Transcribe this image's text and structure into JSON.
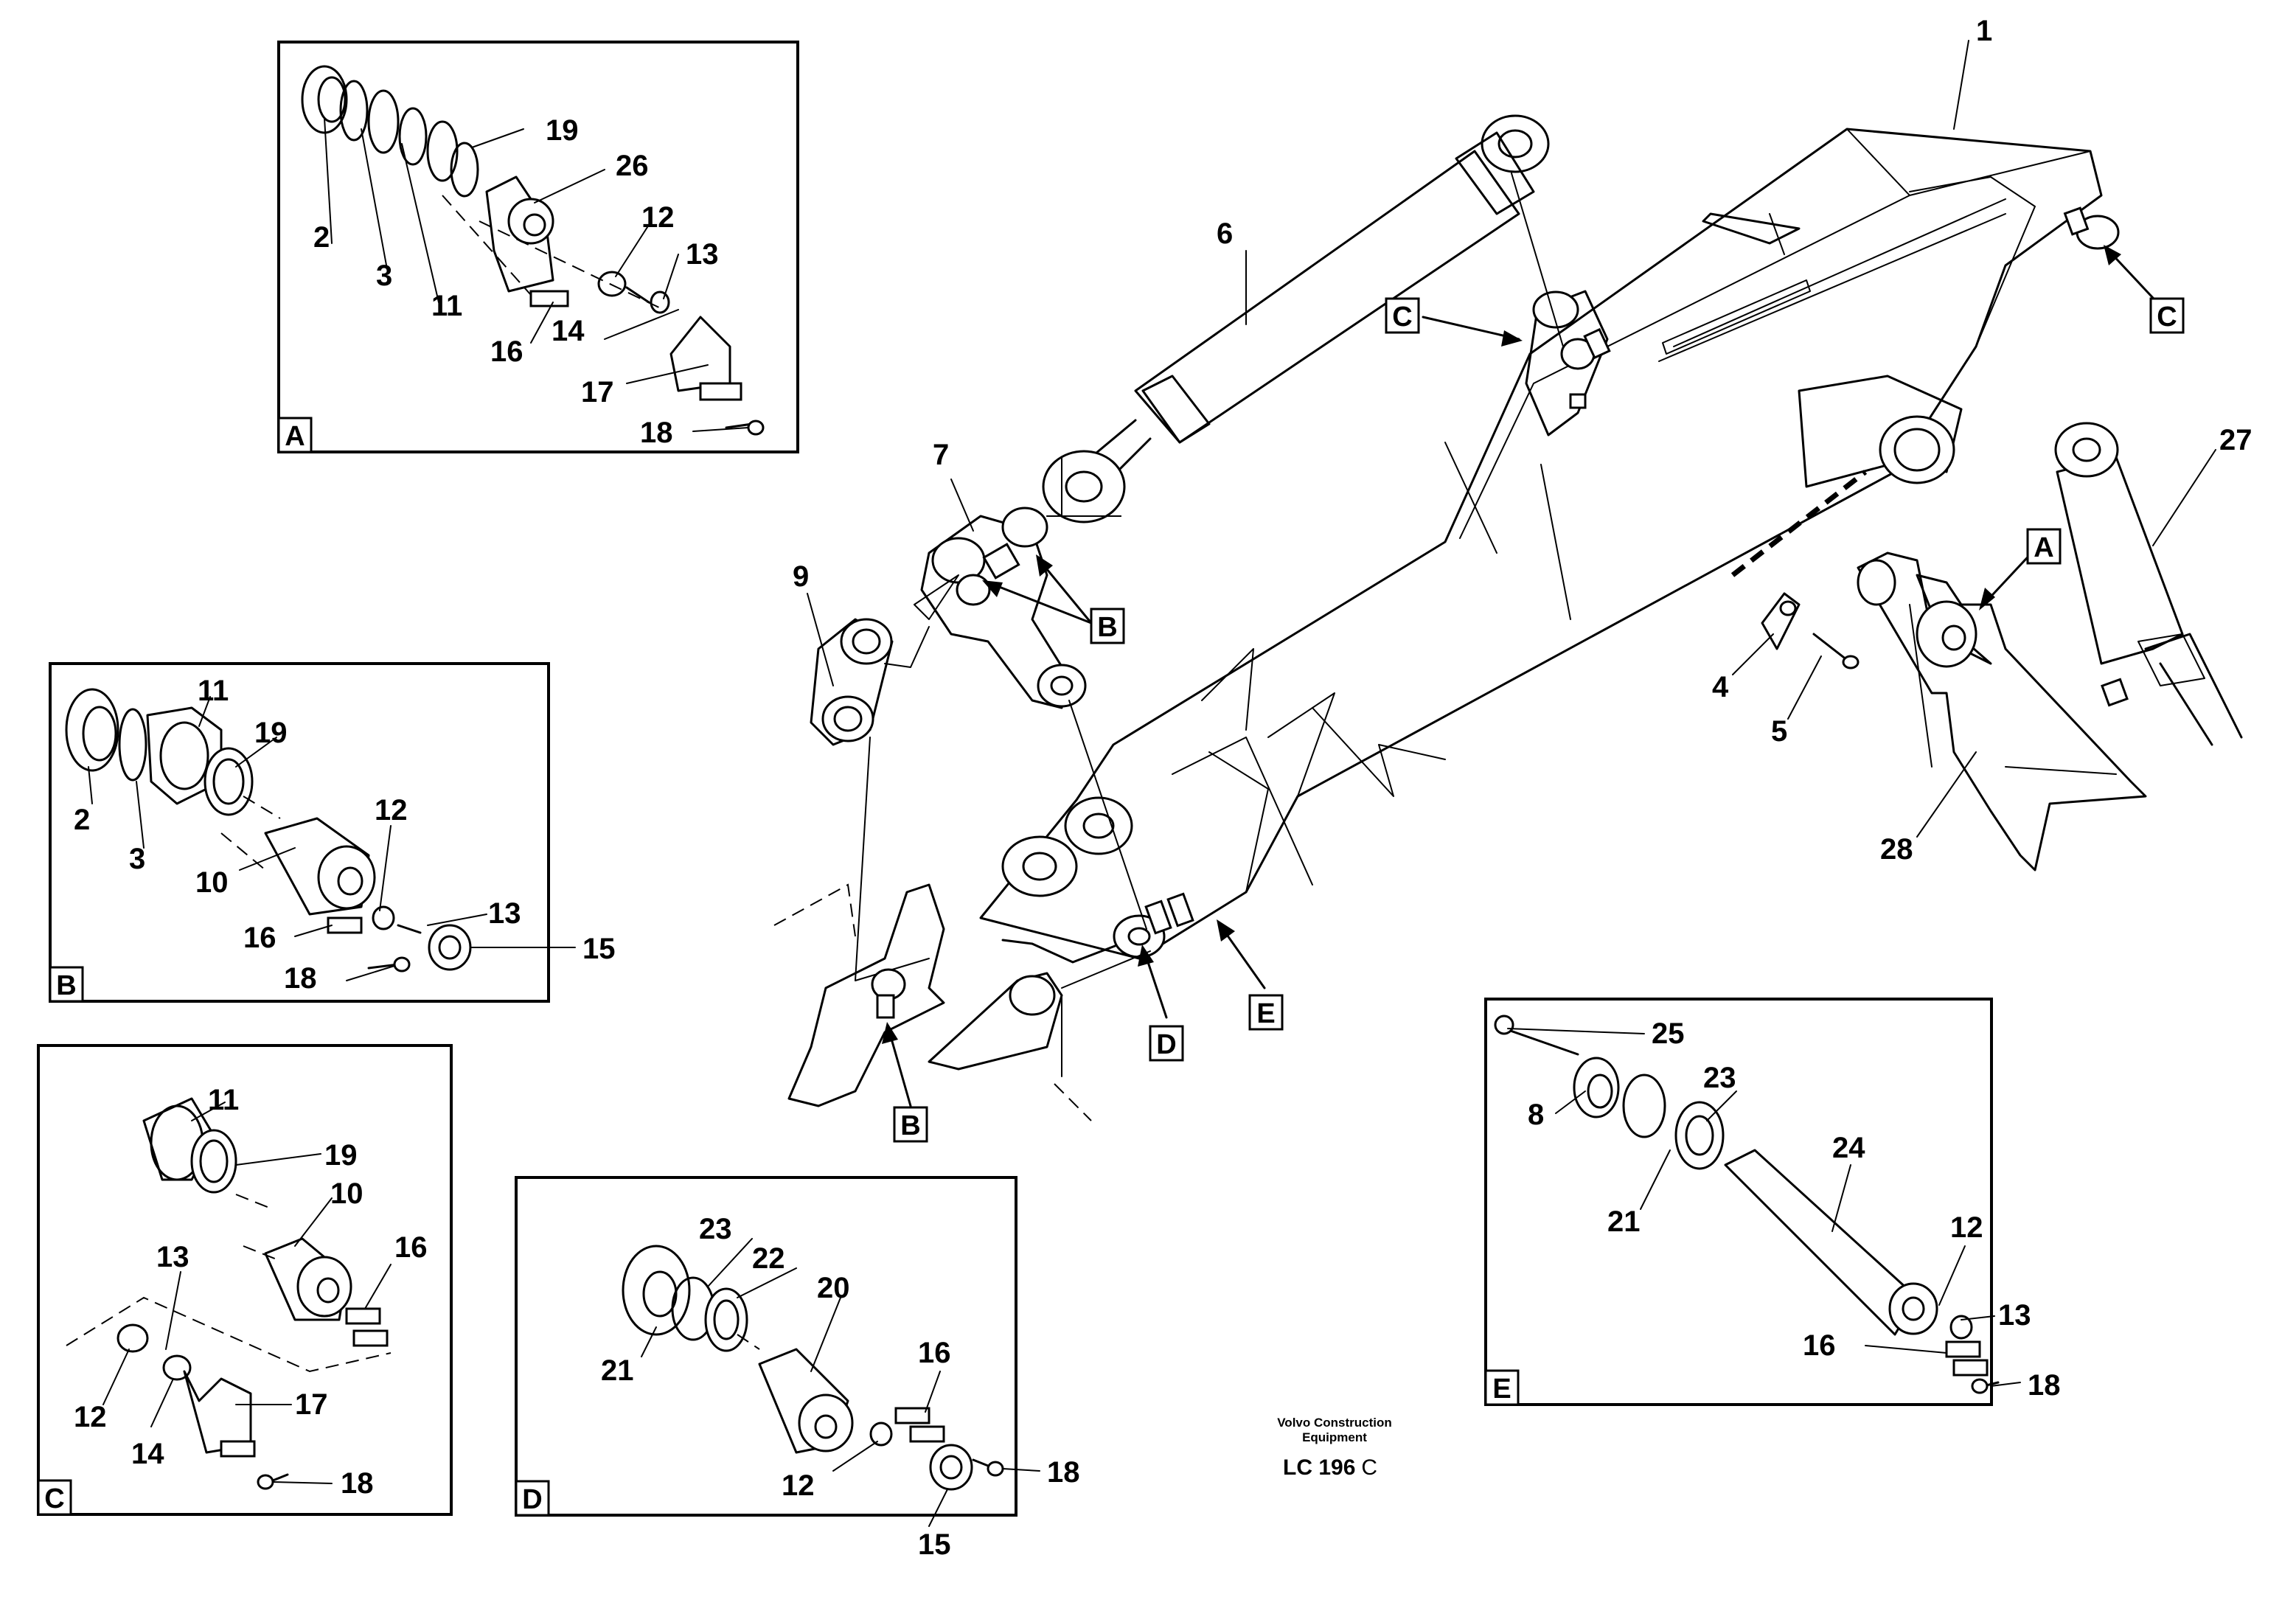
{
  "labels": {
    "n1": "1",
    "n2": "2",
    "n3": "3",
    "n4": "4",
    "n5": "5",
    "n6": "6",
    "n7": "7",
    "n8": "8",
    "n9": "9",
    "n10": "10",
    "n11": "11",
    "n12": "12",
    "n13": "13",
    "n14": "14",
    "n15": "15",
    "n16": "16",
    "n17": "17",
    "n18": "18",
    "n19": "19",
    "n20": "20",
    "n21": "21",
    "n22": "22",
    "n23": "23",
    "n24": "24",
    "n25": "25",
    "n26": "26",
    "n27": "27",
    "n28": "28"
  },
  "details": {
    "a": "A",
    "b": "B",
    "c": "C",
    "d": "D",
    "e": "E"
  },
  "footer": {
    "line1": "Volvo Construction",
    "line2": "Equipment",
    "code_main": "LC 196",
    "code_suffix": "C"
  }
}
